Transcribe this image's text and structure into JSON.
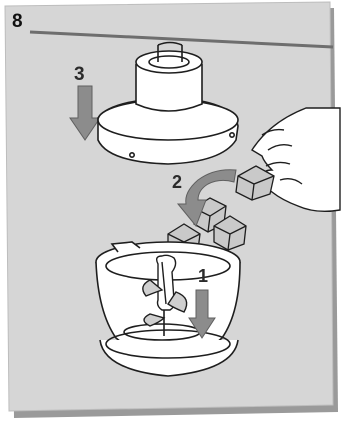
{
  "figure": {
    "number": "8",
    "step_labels": {
      "step1": "1",
      "step2": "2",
      "step3": "3"
    }
  },
  "colors": {
    "panel_background": "#d6d6d6",
    "panel_shadow": "#9a9a9a",
    "header_rule": "#6e6e6e",
    "arrow_fill": "#8c8c8c",
    "line": "#1e1e1e",
    "part_fill": "#ffffff"
  },
  "icons": {
    "lid": "blender-lid-icon",
    "bowl": "chopper-bowl-icon",
    "blade": "chopper-blade-icon",
    "ice": "ice-cube-icon",
    "hand": "hand-icon"
  }
}
